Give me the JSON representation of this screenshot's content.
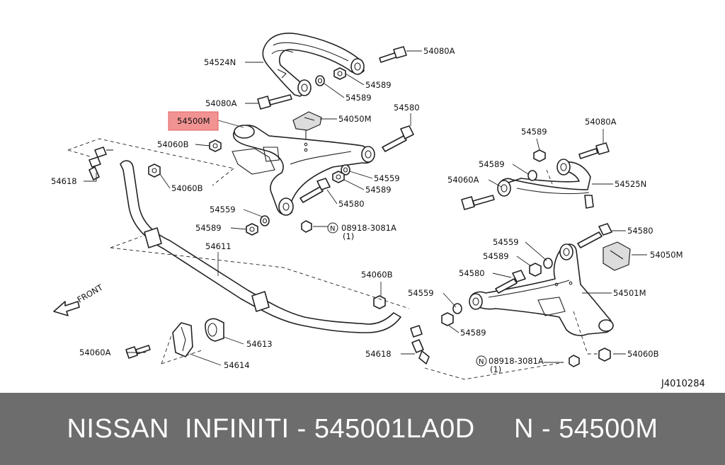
{
  "diagram": {
    "ref_code": "J4010284",
    "front_label": "FRONT",
    "highlight_color": "#f08080",
    "callouts": {
      "c_54524N": "54524N",
      "c_54080A_top": "54080A",
      "c_54589_a": "54589",
      "c_54589_b": "54589",
      "c_54080A_left": "54080A",
      "c_54500M": "54500M",
      "c_54050M_top": "54050M",
      "c_54580_top": "54580",
      "c_54060B_top": "54060B",
      "c_54618_left": "54618",
      "c_54060B_mid": "54060B",
      "c_54559_a": "54559",
      "c_54589_c": "54589",
      "c_54580_mid": "54580",
      "c_54559_b": "54559",
      "c_54589_d": "54589",
      "c_08918_top": "08918-3081A",
      "c_08918_top_qty": "(1)",
      "c_54611": "54611",
      "c_54589_r1": "54589",
      "c_54080A_r": "54080A",
      "c_54589_r2": "54589",
      "c_54060A_r": "54060A",
      "c_54525N": "54525N",
      "c_54580_r": "54580",
      "c_54559_r": "54559",
      "c_54589_r3": "54589",
      "c_54050M_r": "54050M",
      "c_54580_r2": "54580",
      "c_54501M": "54501M",
      "c_54060B_bottom": "54060B",
      "c_54559_r2": "54559",
      "c_54589_r4": "54589",
      "c_54060A_bottom": "54060A",
      "c_54613": "54613",
      "c_54614": "54614",
      "c_54618_right": "54618",
      "c_54060B_r": "54060B",
      "c_08918_bottom": "08918-3081A",
      "c_08918_bottom_qty": "(1)",
      "n_symbol": "N"
    }
  },
  "caption": {
    "text": "NISSAN  INFINITI - 545001LA0D     N - 54500M"
  }
}
